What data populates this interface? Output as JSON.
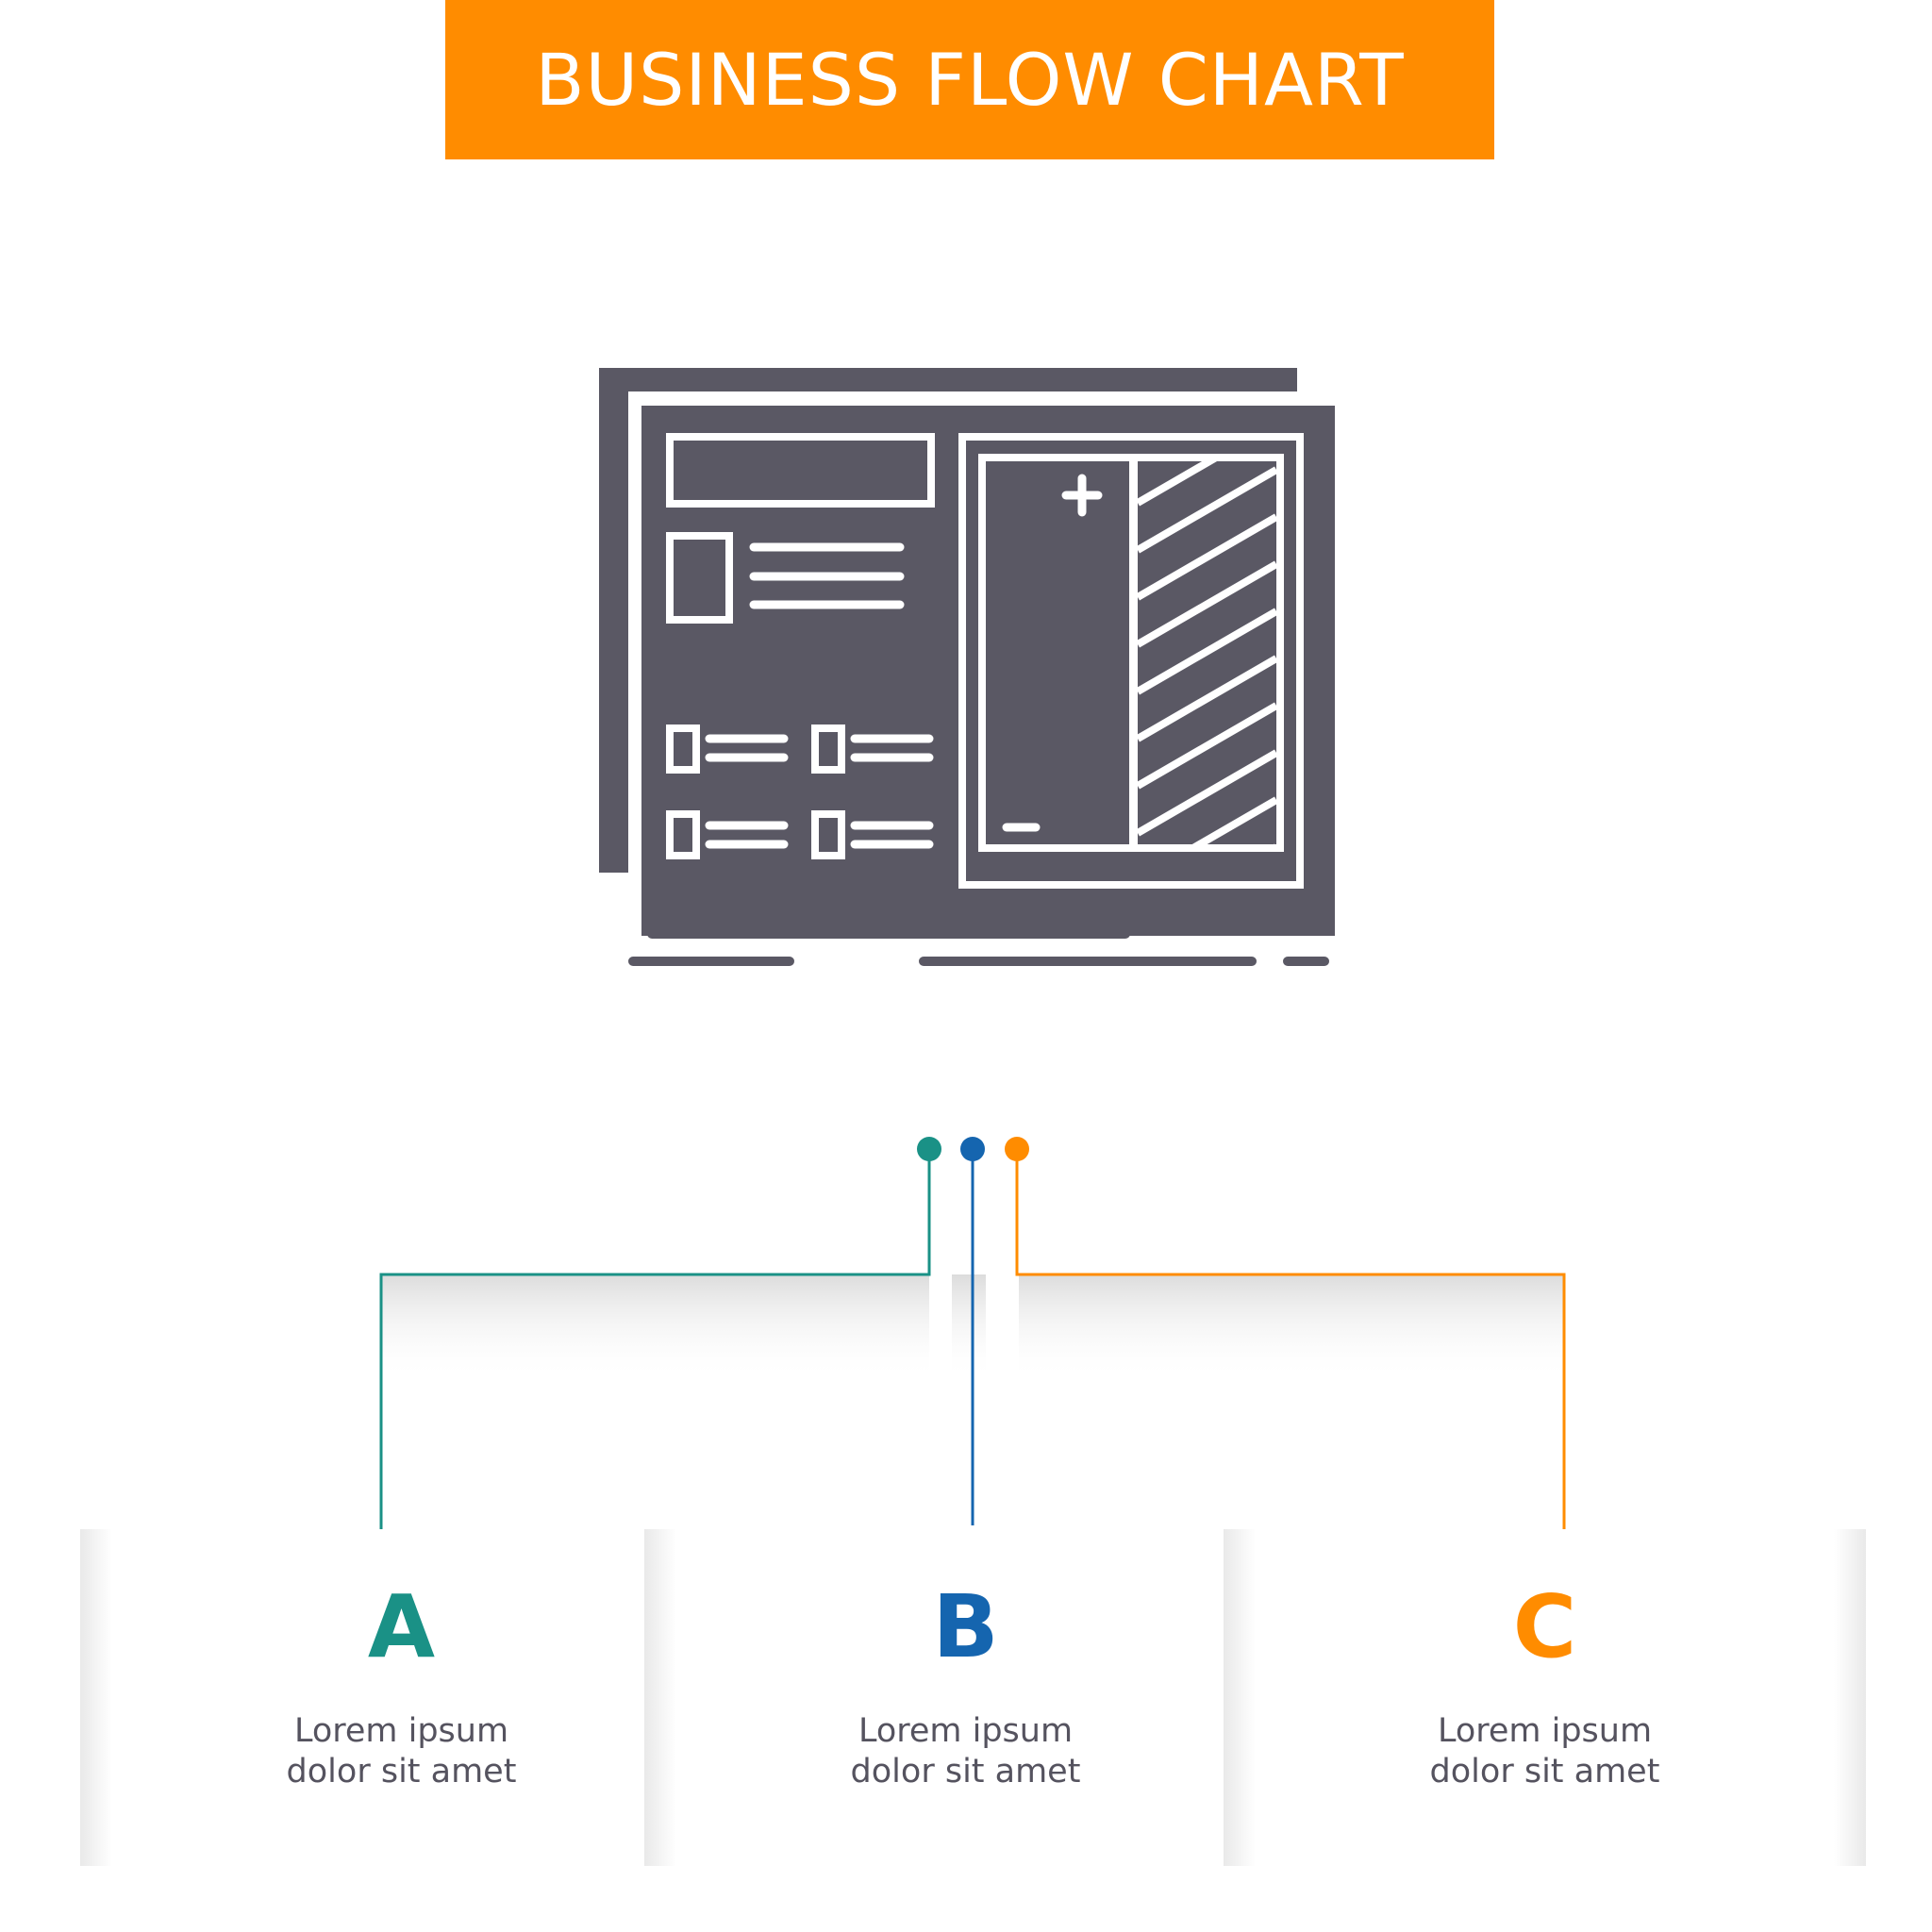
{
  "banner": {
    "title": "BUSINESS FLOW CHART",
    "color": "#FF8C00"
  },
  "icon": {
    "name": "wireframe-layout-icon",
    "color": "#5a5864"
  },
  "steps": [
    {
      "letter": "A",
      "line1": "Lorem ipsum",
      "line2": "dolor sit amet",
      "color": "#1A9186"
    },
    {
      "letter": "B",
      "line1": "Lorem ipsum",
      "line2": "dolor sit amet",
      "color": "#1565AF"
    },
    {
      "letter": "C",
      "line1": "Lorem ipsum",
      "line2": "dolor sit amet",
      "color": "#FF8C00"
    }
  ]
}
